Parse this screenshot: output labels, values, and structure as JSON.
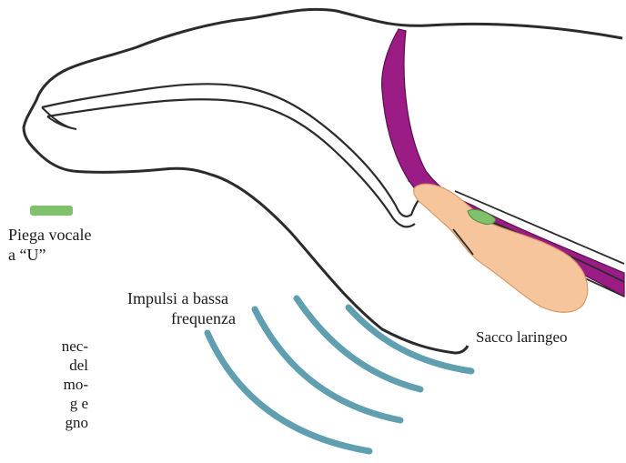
{
  "labels": {
    "vocal_fold": [
      "Piega vocale",
      "a “U”"
    ],
    "pulses": [
      "Impulsi a bassa",
      "frequenza"
    ],
    "laryngeal_sac": "Sacco laringeo"
  },
  "side_text": [
    "nec-",
    "del",
    "mo-",
    "g e",
    "gno"
  ],
  "colors": {
    "outline": "#2b2b2b",
    "muscle": "#9b1c84",
    "vocal_fold": "#7fc26b",
    "sac": "#f6c59c",
    "waves": "#5f9fb0"
  }
}
